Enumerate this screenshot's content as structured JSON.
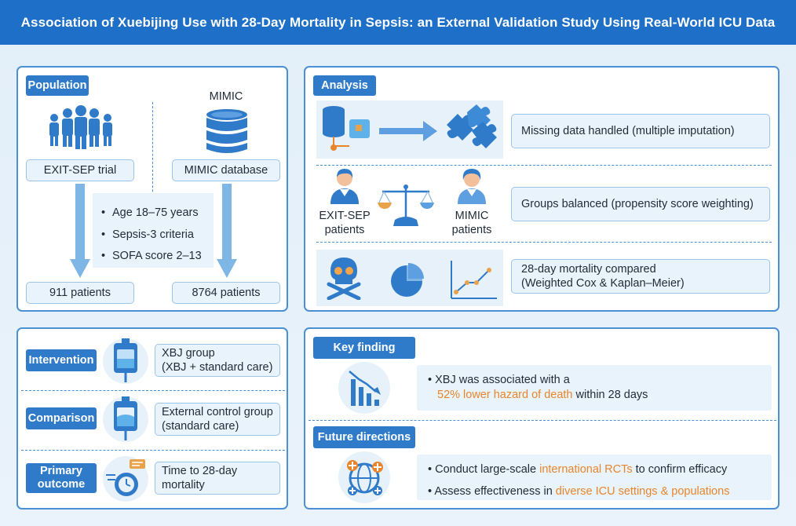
{
  "title": "Association of Xuebijing Use with 28-Day Mortality in Sepsis: an External Validation Study Using Real-World ICU Data",
  "population": {
    "tag": "Population",
    "mimic_label": "MIMIC",
    "exit_sep_box": "EXIT-SEP trial",
    "mimic_box": "MIMIC database",
    "criteria": [
      "Age 18–75 years",
      "Sepsis-3 criteria",
      "SOFA score 2–13"
    ],
    "left_count": "911 patients",
    "right_count": "8764 patients"
  },
  "analysis": {
    "tag": "Analysis",
    "row1": "Missing data handled (multiple imputation)",
    "row2_left_label": "EXIT-SEP patients",
    "row2_right_label": "MIMIC patients",
    "row2": "Groups balanced (propensity score weighting)",
    "row3_line1": "28-day mortality compared",
    "row3_line2": "(Weighted Cox & Kaplan–Meier)"
  },
  "pico": {
    "intervention_tag": "Intervention",
    "intervention_line1": "XBJ group",
    "intervention_line2": "(XBJ + standard care)",
    "comparison_tag": "Comparison",
    "comparison_line1": "External control group",
    "comparison_line2": "(standard care)",
    "outcome_tag_line1": "Primary",
    "outcome_tag_line2": "outcome",
    "outcome_line1": "Time to 28-day",
    "outcome_line2": "mortality"
  },
  "key_finding": {
    "tag": "Key finding",
    "line1": "XBJ was associated with a",
    "highlight": "52% lower hazard of death",
    "line2_rest": " within 28 days"
  },
  "future": {
    "tag": "Future directions",
    "item1_pre": "Conduct large-scale ",
    "item1_highlight": "international RCTs",
    "item1_post": " to confirm efficacy",
    "item2_pre": "Assess effectiveness in ",
    "item2_highlight": "diverse ICU settings & populations"
  },
  "colors": {
    "header": "#1d6fc7",
    "accent": "#2f7bc9",
    "highlight": "#e8862e",
    "box_fill": "#e9f3fb"
  }
}
